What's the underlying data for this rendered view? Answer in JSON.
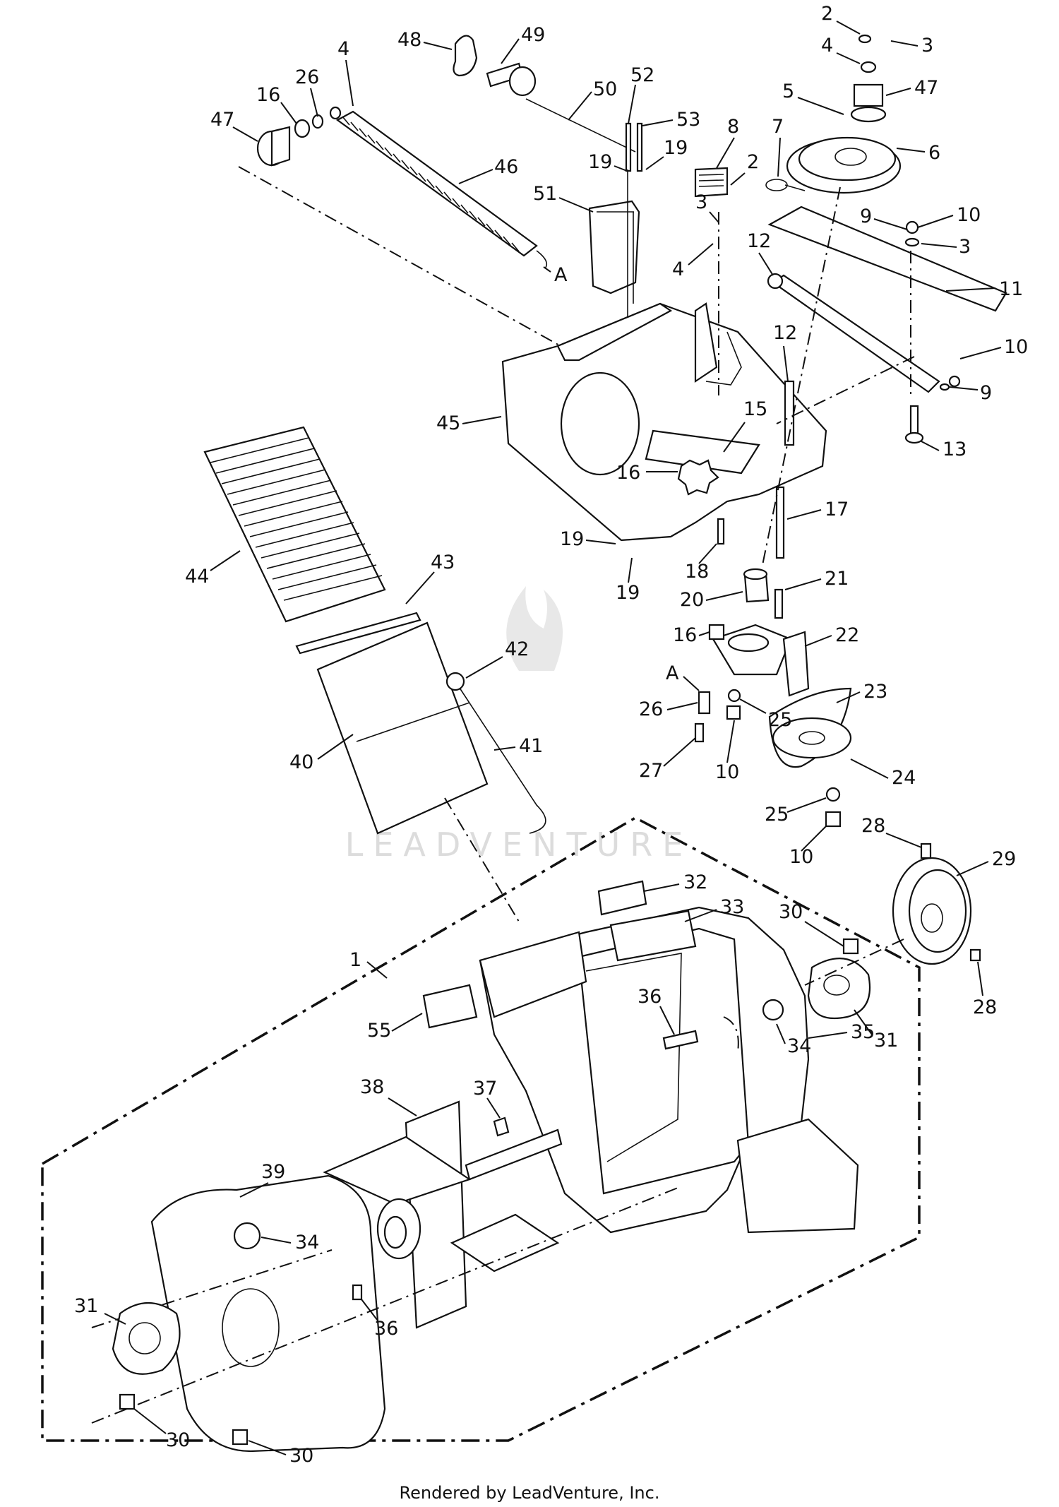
{
  "watermark": "LEADVENTURE",
  "footer": "Rendered by LeadVenture, Inc.",
  "callouts": [
    "1",
    "2",
    "3",
    "4",
    "5",
    "6",
    "7",
    "8",
    "9",
    "10",
    "11",
    "12",
    "13",
    "15",
    "16",
    "17",
    "18",
    "19",
    "20",
    "21",
    "22",
    "23",
    "24",
    "25",
    "26",
    "27",
    "28",
    "29",
    "30",
    "31",
    "32",
    "33",
    "34",
    "35",
    "36",
    "37",
    "38",
    "39",
    "40",
    "41",
    "42",
    "43",
    "44",
    "45",
    "46",
    "47",
    "48",
    "49",
    "50",
    "51",
    "52",
    "53",
    "55",
    "A"
  ]
}
